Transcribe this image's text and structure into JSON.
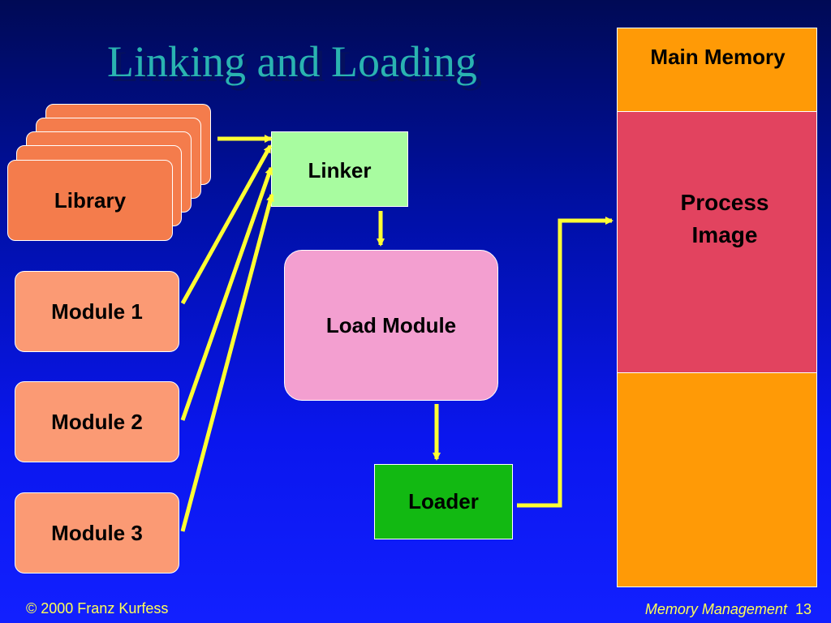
{
  "slide": {
    "title": "Linking and Loading"
  },
  "library": {
    "label": "Library",
    "stack_count": 5
  },
  "modules": [
    {
      "label": "Module 1"
    },
    {
      "label": "Module 2"
    },
    {
      "label": "Module 3"
    }
  ],
  "linker": {
    "label": "Linker"
  },
  "load_module": {
    "label": "Load Module"
  },
  "loader": {
    "label": "Loader"
  },
  "main_memory": {
    "label": "Main Memory",
    "process_image_line1": "Process",
    "process_image_line2": "Image"
  },
  "footer": {
    "copyright": "© 2000 Franz Kurfess",
    "course": "Memory Management",
    "page_number": "13"
  },
  "colors": {
    "background": "#0a16ee",
    "title": "#2ab3b0",
    "library": "#f47c4c",
    "module": "#fb9a74",
    "linker": "#a8fca0",
    "load_module": "#f39fd0",
    "loader": "#12b912",
    "main_memory": "#ff9a06",
    "process_image": "#e2435f",
    "arrow": "#ffff33",
    "footer_text": "#ffff55"
  }
}
